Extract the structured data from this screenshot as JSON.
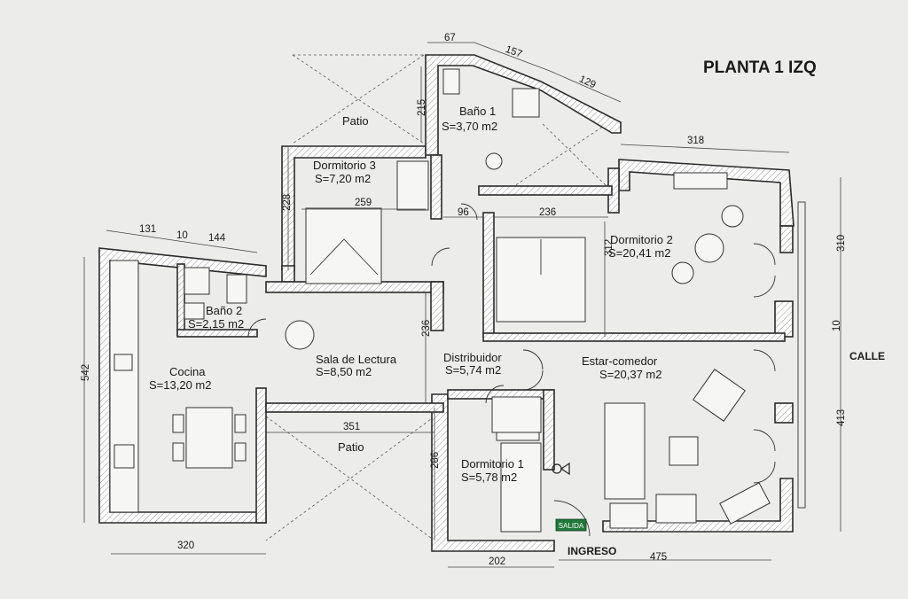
{
  "title": "PLANTA 1 IZQ",
  "street_label": "CALLE",
  "entrance_label": "INGRESO",
  "exit_sign": "SALIDA",
  "colors": {
    "wall": "#2a2a2a",
    "paper": "#ecedeb",
    "exit_sign": "#1f7a3a"
  },
  "rooms": {
    "bano1": {
      "name": "Baño 1",
      "area": "S=3,70 m2"
    },
    "dorm3": {
      "name": "Dormitorio 3",
      "area": "S=7,20 m2"
    },
    "dorm2": {
      "name": "Dormitorio 2",
      "area": "S=20,41 m2"
    },
    "bano2": {
      "name": "Baño 2",
      "area": "S=2,15 m2"
    },
    "cocina": {
      "name": "Cocina",
      "area": "S=13,20 m2"
    },
    "sala": {
      "name": "Sala de Lectura",
      "area": "S=8,50 m2"
    },
    "distribuidor": {
      "name": "Distribuidor",
      "area": "S=5,74 m2"
    },
    "estar": {
      "name": "Estar-comedor",
      "area": "S=20,37 m2"
    },
    "dorm1": {
      "name": "Dormitorio 1",
      "area": "S=5,78 m2"
    }
  },
  "patios": {
    "top": "Patio",
    "bottom": "Patio"
  },
  "dimensions": {
    "d67": "67",
    "d157": "157",
    "d129": "129",
    "d215": "215",
    "d318": "318",
    "d228": "228",
    "d259": "259",
    "d96": "96",
    "d236a": "236",
    "d312": "312",
    "d131": "131",
    "d10a": "10",
    "d144": "144",
    "d542": "542",
    "d236b": "236",
    "d351": "351",
    "d286": "286",
    "d320": "320",
    "d202": "202",
    "d475": "475",
    "d310": "310",
    "d10b": "10",
    "d413": "413"
  }
}
